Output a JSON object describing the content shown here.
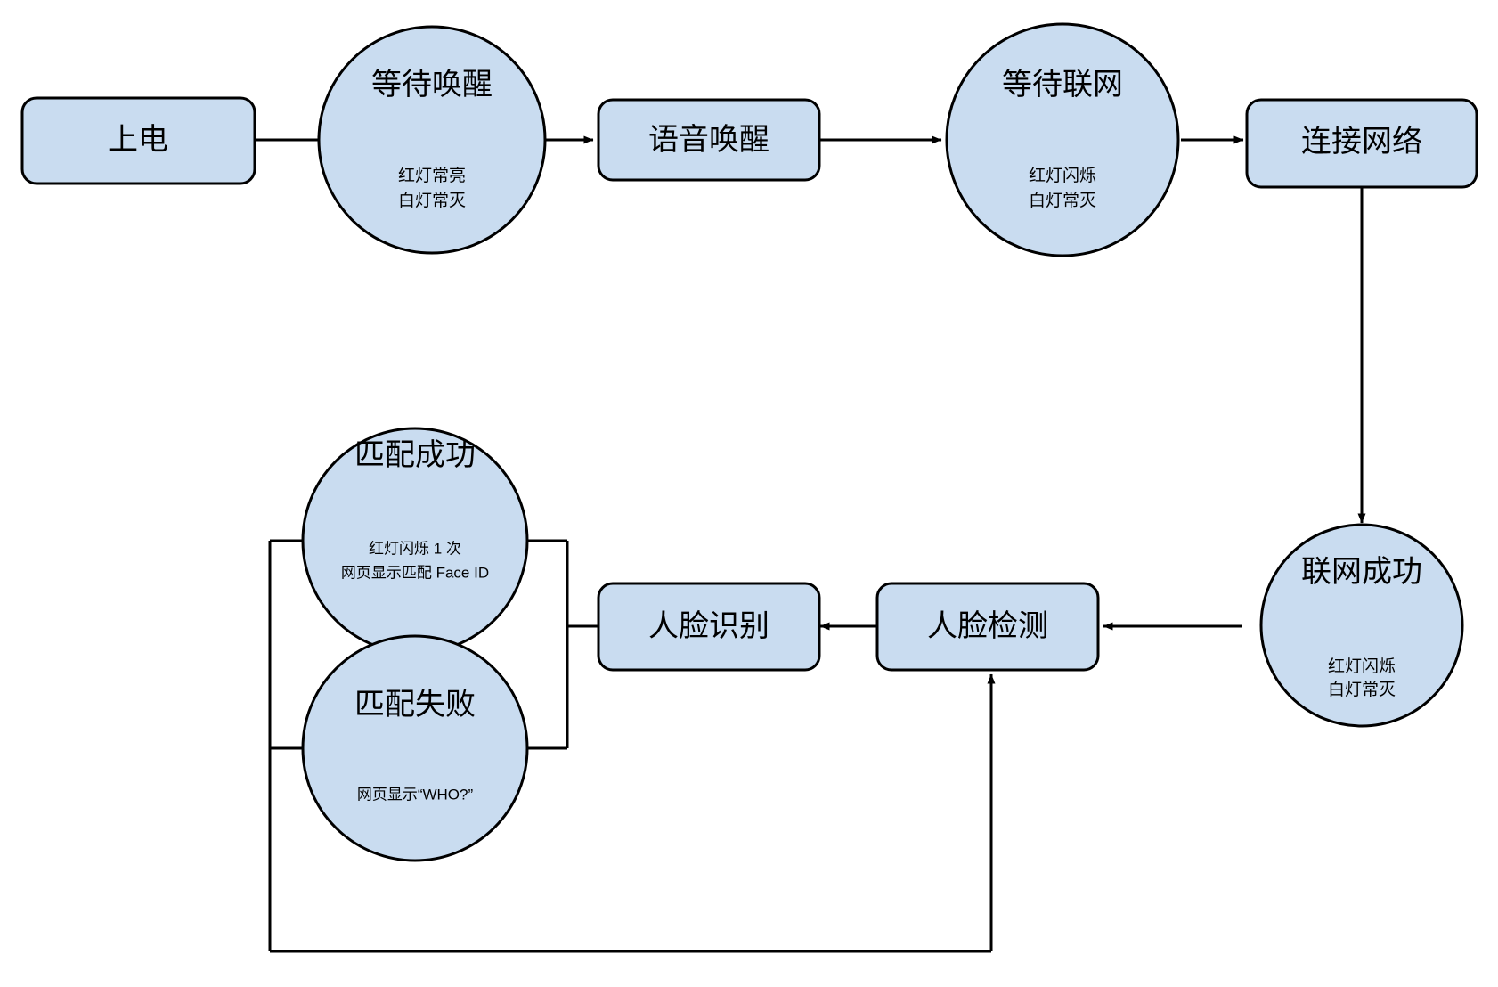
{
  "diagram": {
    "type": "flowchart",
    "title": "",
    "background_color": "#ffffff",
    "node_fill_color": "#c9dcf0",
    "node_stroke_color": "#000000",
    "connector_color": "#000000",
    "nodes": [
      {
        "id": "power-on",
        "shape": "rounded-rect",
        "label": "上电",
        "sublabels": []
      },
      {
        "id": "waiting-wakeup",
        "shape": "circle",
        "label": "等待唤醒",
        "sublabels": [
          "红灯常亮",
          "白灯常灭"
        ]
      },
      {
        "id": "voice-wakeup",
        "shape": "rounded-rect",
        "label": "语音唤醒",
        "sublabels": []
      },
      {
        "id": "waiting-network",
        "shape": "circle",
        "label": "等待联网",
        "sublabels": [
          "红灯闪烁",
          "白灯常灭"
        ]
      },
      {
        "id": "connect-network",
        "shape": "rounded-rect",
        "label": "连接网络",
        "sublabels": []
      },
      {
        "id": "network-success",
        "shape": "circle",
        "label": "联网成功",
        "sublabels": [
          "红灯闪烁",
          "白灯常灭"
        ]
      },
      {
        "id": "face-detection",
        "shape": "rounded-rect",
        "label": "人脸检测",
        "sublabels": []
      },
      {
        "id": "face-recognition",
        "shape": "rounded-rect",
        "label": "人脸识别",
        "sublabels": []
      },
      {
        "id": "match-success",
        "shape": "circle",
        "label": "匹配成功",
        "sublabels": [
          "红灯闪烁 1 次",
          "网页显示匹配 Face ID"
        ]
      },
      {
        "id": "match-failure",
        "shape": "circle",
        "label": "匹配失败",
        "sublabels": [
          "网页显示“WHO?”"
        ]
      }
    ],
    "edges": [
      {
        "id": "e1",
        "from": "power-on",
        "to": "waiting-wakeup",
        "arrow": true,
        "label": ""
      },
      {
        "id": "e2",
        "from": "waiting-wakeup",
        "to": "voice-wakeup",
        "arrow": true,
        "label": ""
      },
      {
        "id": "e3",
        "from": "voice-wakeup",
        "to": "waiting-network",
        "arrow": true,
        "label": ""
      },
      {
        "id": "e4",
        "from": "waiting-network",
        "to": "connect-network",
        "arrow": true,
        "label": ""
      },
      {
        "id": "e5",
        "from": "connect-network",
        "to": "network-success",
        "arrow": true,
        "label": ""
      },
      {
        "id": "e6",
        "from": "network-success",
        "to": "face-detection",
        "arrow": true,
        "label": ""
      },
      {
        "id": "e7",
        "from": "face-detection",
        "to": "face-recognition",
        "arrow": true,
        "label": ""
      },
      {
        "id": "e8",
        "from": "face-recognition",
        "to": "match-success",
        "arrow": false,
        "label": ""
      },
      {
        "id": "e9",
        "from": "face-recognition",
        "to": "match-failure",
        "arrow": false,
        "label": ""
      },
      {
        "id": "e10",
        "from": "match-failure",
        "to": "face-detection",
        "arrow": true,
        "label": ""
      }
    ]
  }
}
